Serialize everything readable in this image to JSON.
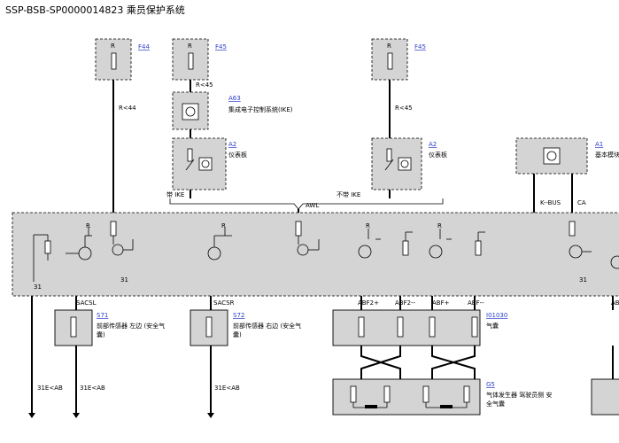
{
  "title": "SSP-BSB-SP0000014823 乘员保护系统",
  "fuses": [
    {
      "pin": "R",
      "ref": "F44"
    },
    {
      "pin": "R",
      "ref": "F45"
    },
    {
      "pin": "R",
      "ref": "F45"
    }
  ],
  "wires": {
    "r44": "R<44",
    "r45_a": "R<45",
    "r45_b": "R<45",
    "awl": "AWL",
    "kbus": "K--BUS",
    "ca": "CA",
    "g31_1": "31E<AB",
    "g31_2": "31E<AB",
    "g31_3": "31E<AB"
  },
  "modules": [
    {
      "ref": "A63",
      "desc": "集成电子控制系统(IKE)"
    },
    {
      "ref": "A2",
      "desc": "仪表板"
    },
    {
      "ref": "A2",
      "desc": "仪表板"
    },
    {
      "ref": "A1",
      "desc": "基本模块"
    }
  ],
  "variants": {
    "with_ike": "带 IKE",
    "without_ike": "不带 IKE"
  },
  "main_pins": {
    "r": "R",
    "p31": "31"
  },
  "signals": [
    "SACSL",
    "SACSR",
    "ABF2+",
    "ABF2--",
    "ABF+",
    "ABF--",
    "AB"
  ],
  "sensors": [
    {
      "ref": "S71",
      "desc_line1": "前部传感器 左边 (安全气",
      "desc_line2": "囊)"
    },
    {
      "ref": "S72",
      "desc_line1": "前部传感器 右边 (安全气",
      "desc_line2": "囊)"
    }
  ],
  "airbag": {
    "ref": "I01030",
    "desc": "气囊"
  },
  "gas_gen": {
    "ref": "G5",
    "desc_line1": "气体发生器 驾驶员侧 安",
    "desc_line2": "全气囊"
  }
}
